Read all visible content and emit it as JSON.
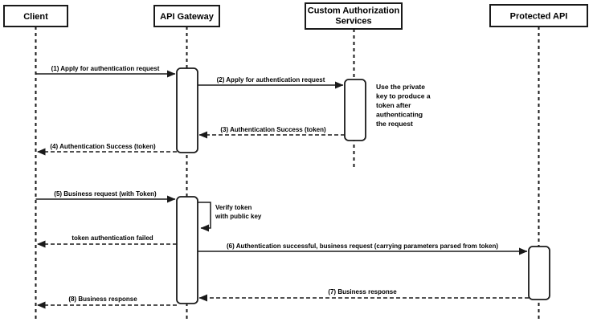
{
  "diagram": {
    "type": "uml-sequence-diagram",
    "title": "Token-based authentication flow through an API Gateway",
    "colors": {
      "background": "#ffffff",
      "line": "#1a1a1a",
      "text": "#000000",
      "shape_fill": "#ffffff"
    },
    "actors": [
      {
        "name": "Client",
        "lines": [
          "Client"
        ]
      },
      {
        "name": "API Gateway",
        "lines": [
          "API Gateway"
        ]
      },
      {
        "name": "Custom Authorization Services",
        "lines": [
          "Custom Authorization",
          "Services"
        ]
      },
      {
        "name": "Protected API",
        "lines": [
          "Protected API"
        ]
      }
    ],
    "messages": [
      {
        "num": "1",
        "label": "(1) Apply for authentication request",
        "from": "Client",
        "to": "API Gateway",
        "style": "solid"
      },
      {
        "num": "2",
        "label": "(2) Apply for authentication request",
        "from": "API Gateway",
        "to": "Custom Authorization Services",
        "style": "solid"
      },
      {
        "num": "3",
        "label": "(3) Authentication Success (token)",
        "from": "Custom Authorization Services",
        "to": "API Gateway",
        "style": "dashed"
      },
      {
        "num": "4",
        "label": "(4) Authentication Success (token)",
        "from": "API Gateway",
        "to": "Client",
        "style": "dashed"
      },
      {
        "num": "5",
        "label": "(5) Business request (with Token)",
        "from": "Client",
        "to": "API Gateway",
        "style": "solid"
      },
      {
        "num": "",
        "label": "Verify token with public key",
        "label_lines": [
          "Verify token",
          "with public key"
        ],
        "from": "API Gateway",
        "to": "API Gateway",
        "style": "self"
      },
      {
        "num": "",
        "label": "token authentication failed",
        "from": "API Gateway",
        "to": "Client",
        "style": "dashed"
      },
      {
        "num": "6",
        "label": "(6) Authentication successful, business request (carrying parameters parsed from token)",
        "from": "API Gateway",
        "to": "Protected API",
        "style": "solid"
      },
      {
        "num": "7",
        "label": "(7) Business response",
        "from": "Protected API",
        "to": "API Gateway",
        "style": "dashed"
      },
      {
        "num": "8",
        "label": "(8) Business response",
        "from": "API Gateway",
        "to": "Client",
        "style": "dashed"
      }
    ],
    "note": {
      "attached_to": "Custom Authorization Services",
      "text": "Use the private key to produce a token after authenticating the request",
      "lines": [
        "Use the private",
        "key to produce a",
        "token after",
        "authenticating",
        "the request"
      ]
    }
  }
}
